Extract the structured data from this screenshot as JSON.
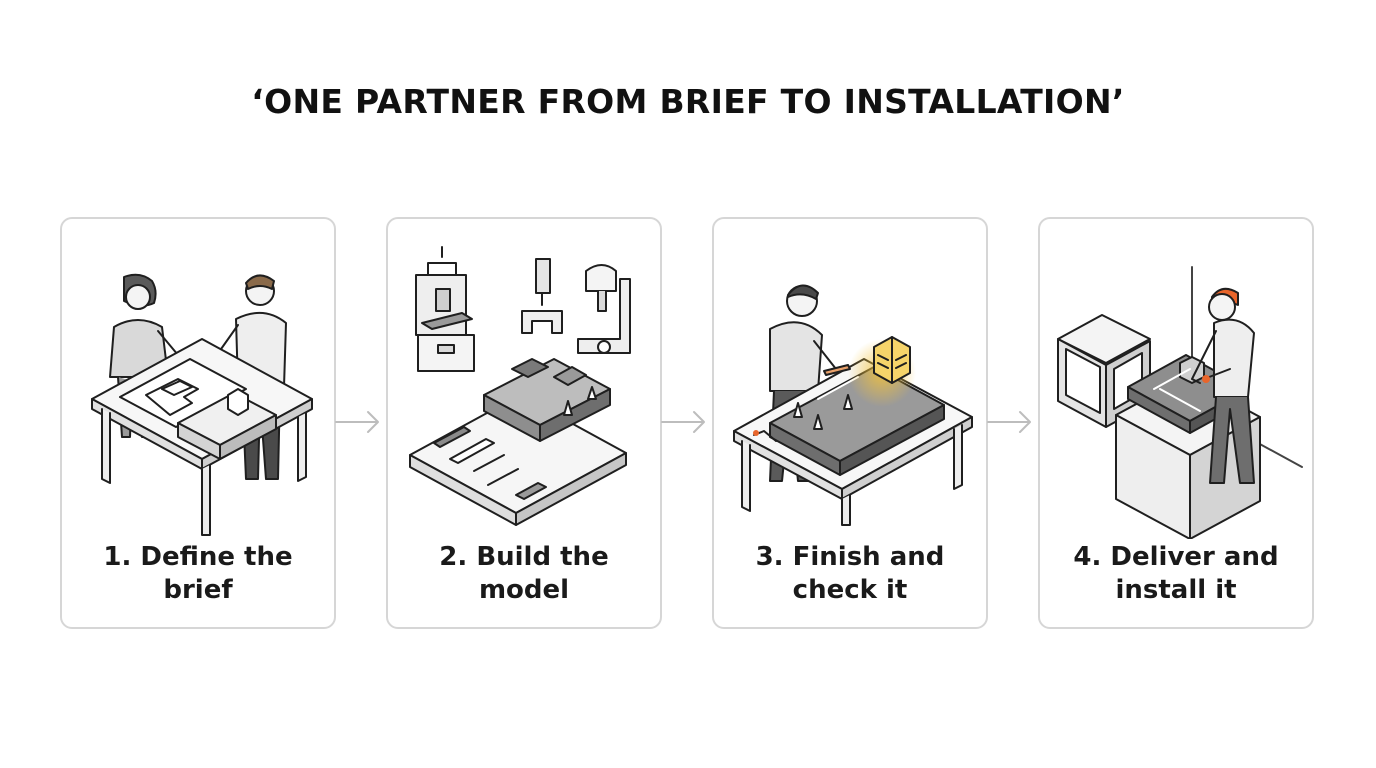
{
  "title": "‘ONE PARTNER FROM BRIEF TO INSTALLATION’",
  "steps": [
    {
      "label": "1. Define the brief"
    },
    {
      "label": "2. Build the model"
    },
    {
      "label": "3. Finish and check it"
    },
    {
      "label": "4. Deliver and install it"
    }
  ],
  "colors": {
    "line": "#1f1f1f",
    "card_border": "#d6d6d6",
    "accent_orange": "#e8652b",
    "accent_glow": "#f3c23a",
    "arrow": "#bdbdbd"
  }
}
